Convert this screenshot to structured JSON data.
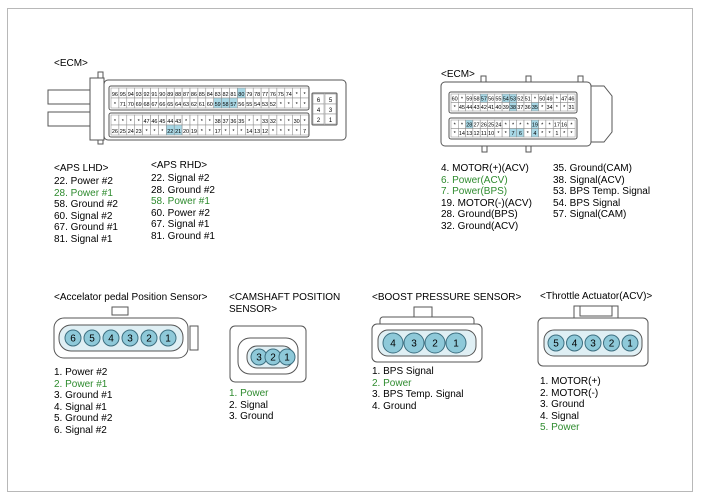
{
  "ecm_left": {
    "title": "<ECM>",
    "row1": [
      "96",
      "95",
      "94",
      "93",
      "92",
      "91",
      "90",
      "89",
      "88",
      "87",
      "86",
      "85",
      "84",
      "83",
      "82",
      "81",
      "80",
      "79",
      "78",
      "77",
      "76",
      "75",
      "74",
      "*",
      "*"
    ],
    "row2": [
      "*",
      "71",
      "70",
      "69",
      "68",
      "67",
      "66",
      "65",
      "64",
      "63",
      "62",
      "61",
      "60",
      "59",
      "58",
      "57",
      "56",
      "55",
      "54",
      "53",
      "52",
      "*",
      "*",
      "*",
      "*"
    ],
    "row3": [
      "*",
      "*",
      "*",
      "*",
      "47",
      "46",
      "45",
      "44",
      "43",
      "*",
      "*",
      "*",
      "*",
      "38",
      "37",
      "36",
      "35",
      "*",
      "*",
      "33",
      "32",
      "*",
      "*",
      "30",
      "*"
    ],
    "row4": [
      "26",
      "25",
      "24",
      "23",
      "*",
      "*",
      "*",
      "22",
      "21",
      "20",
      "19",
      "*",
      "*",
      "17",
      "*",
      "*",
      "*",
      "14",
      "13",
      "12",
      "*",
      "*",
      "*",
      "*",
      "7"
    ],
    "side": [
      "6",
      "5",
      "4",
      "3",
      "2",
      "1"
    ]
  },
  "ecm_right": {
    "title": "<ECM>",
    "top": [
      "60",
      "*",
      "59",
      "58",
      "57",
      "56",
      "55",
      "54",
      "53",
      "52",
      "51",
      "*",
      "50",
      "49",
      "*",
      "47",
      "46"
    ],
    "top2": [
      "*",
      "45",
      "44",
      "43",
      "42",
      "41",
      "40",
      "39",
      "38",
      "37",
      "36",
      "35",
      "*",
      "34",
      "*",
      "*",
      "31"
    ],
    "bot": [
      "*",
      "*",
      "28",
      "27",
      "26",
      "25",
      "24",
      "*",
      "*",
      "*",
      "*",
      "19",
      "*",
      "*",
      "17",
      "16",
      "*"
    ],
    "bot2": [
      "*",
      "14",
      "13",
      "12",
      "11",
      "10",
      "*",
      "*",
      "7",
      "6",
      "*",
      "4",
      "*",
      "*",
      "1",
      "*",
      "*"
    ]
  },
  "aps_lhd": {
    "title": "<APS LHD>",
    "items": [
      {
        "text": "22. Power #2",
        "green": false
      },
      {
        "text": "28. Power #1",
        "green": true
      },
      {
        "text": "58. Ground #2",
        "green": false
      },
      {
        "text": "60. Signal #2",
        "green": false
      },
      {
        "text": "67. Ground #1",
        "green": false
      },
      {
        "text": "81. Signal #1",
        "green": false
      }
    ]
  },
  "aps_rhd": {
    "title": "<APS RHD>",
    "items": [
      {
        "text": "22. Signal #2",
        "green": false
      },
      {
        "text": "28. Ground #2",
        "green": false
      },
      {
        "text": "58. Power #1",
        "green": true
      },
      {
        "text": "60. Power #2",
        "green": false
      },
      {
        "text": "67. Signal #1",
        "green": false
      },
      {
        "text": "81. Ground #1",
        "green": false
      }
    ]
  },
  "ecm_right_pins_a": [
    {
      "text": "4. MOTOR(+)(ACV)",
      "green": false
    },
    {
      "text": "6. Power(ACV)",
      "green": true
    },
    {
      "text": "7. Power(BPS)",
      "green": true
    },
    {
      "text": "19. MOTOR(-)(ACV)",
      "green": false
    },
    {
      "text": "28. Ground(BPS)",
      "green": false
    },
    {
      "text": "32. Ground(ACV)",
      "green": false
    }
  ],
  "ecm_right_pins_b": [
    {
      "text": "35. Ground(CAM)",
      "green": false
    },
    {
      "text": "38. Signal(ACV)",
      "green": false
    },
    {
      "text": "53. BPS Temp. Signal",
      "green": false
    },
    {
      "text": "54. BPS Signal",
      "green": false
    },
    {
      "text": "57. Signal(CAM)",
      "green": false
    }
  ],
  "aps_sensor": {
    "title": "<Accelator pedal Position Sensor>",
    "pins": [
      "6",
      "5",
      "4",
      "3",
      "2",
      "1"
    ],
    "items": [
      {
        "text": "1. Power #2",
        "green": false
      },
      {
        "text": "2. Power #1",
        "green": true
      },
      {
        "text": "3. Ground #1",
        "green": false
      },
      {
        "text": "4. Signal #1",
        "green": false
      },
      {
        "text": "5. Ground #2",
        "green": false
      },
      {
        "text": "6. Signal #2",
        "green": false
      }
    ]
  },
  "cam_sensor": {
    "title_line1": "<CAMSHAFT POSITION",
    "title_line2": "SENSOR>",
    "pins": [
      "3",
      "2",
      "1"
    ],
    "items": [
      {
        "text": "1. Power",
        "green": true
      },
      {
        "text": "2. Signal",
        "green": false
      },
      {
        "text": "3. Ground",
        "green": false
      }
    ]
  },
  "boost_sensor": {
    "title": "<BOOST PRESSURE SENSOR>",
    "pins": [
      "4",
      "3",
      "2",
      "1"
    ],
    "items": [
      {
        "text": "1. BPS Signal",
        "green": false
      },
      {
        "text": "2. Power",
        "green": true
      },
      {
        "text": "3. BPS Temp. Signal",
        "green": false
      },
      {
        "text": "4. Ground",
        "green": false
      }
    ]
  },
  "acv": {
    "title": "<Throttle Actuator(ACV)>",
    "pins": [
      "5",
      "4",
      "3",
      "2",
      "1"
    ],
    "items": [
      {
        "text": "1. MOTOR(+)",
        "green": false
      },
      {
        "text": "2. MOTOR(-)",
        "green": false
      },
      {
        "text": "3. Ground",
        "green": false
      },
      {
        "text": "4. Signal",
        "green": false
      },
      {
        "text": "5. Power",
        "green": true
      }
    ]
  },
  "colors": {
    "pin_fill": "#8ec9d9",
    "pin_stroke": "#3d6f80",
    "highlight": "#a8d8e6",
    "green_text": "#2e8b2e"
  }
}
